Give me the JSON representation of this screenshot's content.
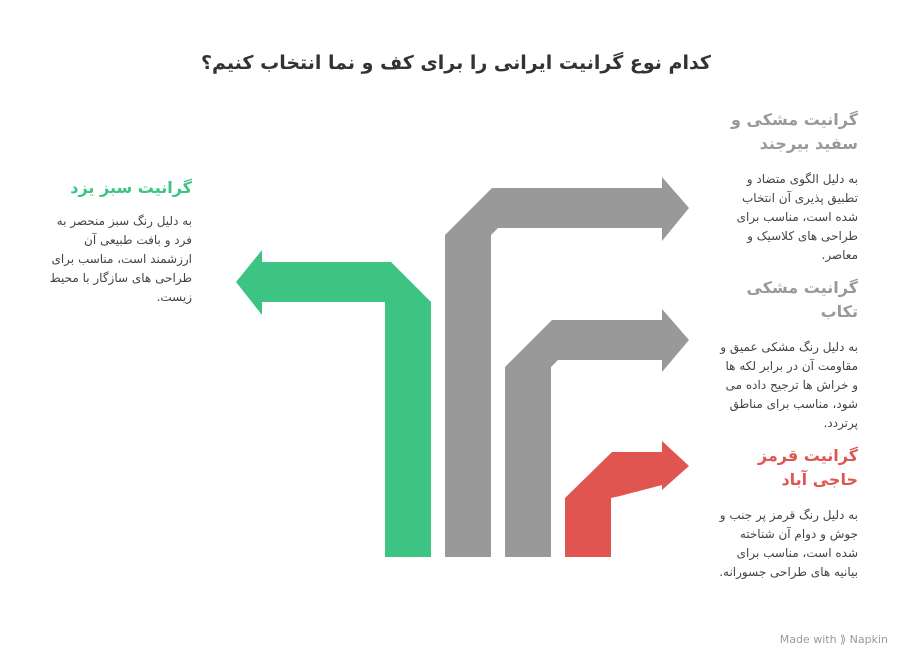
{
  "title": "کدام نوع گرانیت ایرانی را برای کف و نما انتخاب کنیم؟",
  "items": [
    {
      "heading": "گرانیت سبز یزد",
      "text": "به دلیل رنگ سبز منحصر به فرد و بافت طبیعی آن ارزشمند است، مناسب برای طراحی های سازگار با محیط زیست.",
      "color": "#3dc483"
    },
    {
      "heading": "گرانیت مشکی و سفید بیرجند",
      "text": "به دلیل الگوی متضاد و تطبیق پذیری آن انتخاب شده است، مناسب برای طراحی های کلاسیک و معاصر.",
      "color": "#999999"
    },
    {
      "heading": "گرانیت مشکی تکاب",
      "text": "به دلیل رنگ مشکی عمیق و مقاومت آن در برابر لکه ها و خراش ها ترجیح داده می شود، مناسب برای مناطق پرتردد.",
      "color": "#999999"
    },
    {
      "heading": "گرانیت قرمز حاجی آباد",
      "text": "به دلیل رنگ قرمز پر جنب و جوش و دوام آن شناخته شده است، مناسب برای بیانیه های طراحی جسورانه.",
      "color": "#e05550"
    }
  ],
  "footer": "Made with ⟫ Napkin"
}
